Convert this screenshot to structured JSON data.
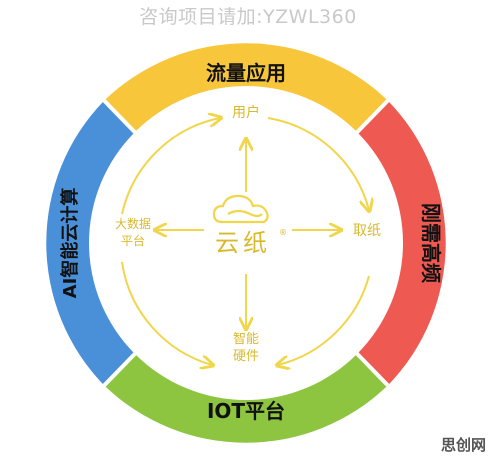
{
  "header": {
    "text": "咨询项目请加:YZWL360"
  },
  "segments": {
    "top": {
      "label": "流量应用",
      "color": "#F7C63A"
    },
    "right": {
      "label": "刚需高频",
      "color": "#EE5A52"
    },
    "bottom": {
      "label": "IOT平台",
      "color": "#8DC540"
    },
    "left": {
      "label": "AI智能云计算",
      "color": "#4A90D9"
    }
  },
  "inner": {
    "top": "用户",
    "right": "取纸",
    "bottom": [
      "智能",
      "硬件"
    ],
    "left": [
      "大数据",
      "平台"
    ],
    "ring_color": "#F1D54A"
  },
  "logo": {
    "text": "云纸",
    "icon": "cloud-icon"
  },
  "watermark": {
    "text": "思创网"
  }
}
